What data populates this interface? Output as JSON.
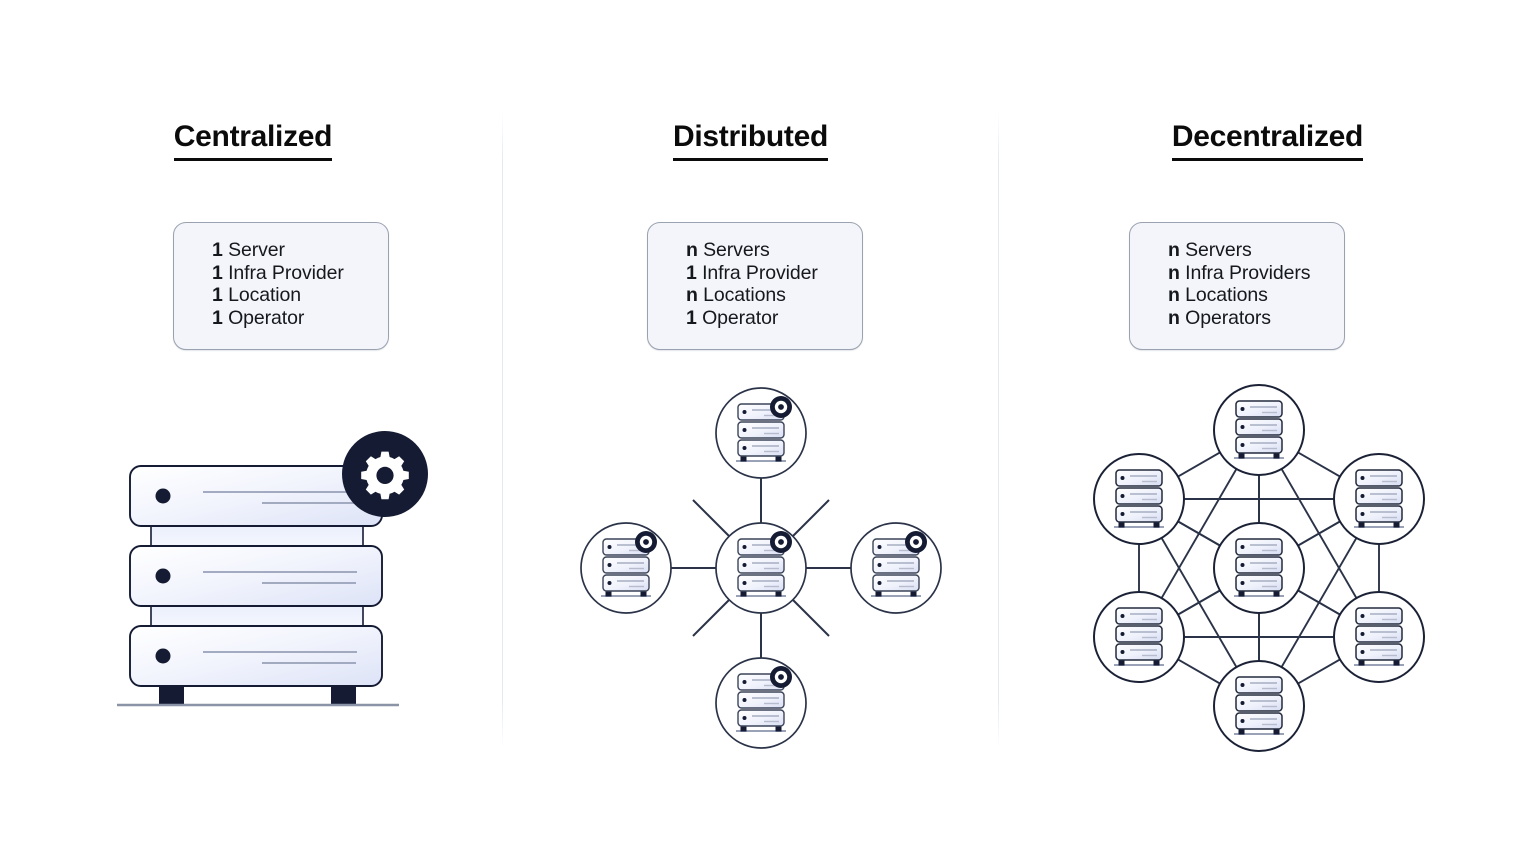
{
  "palette": {
    "background": "#ffffff",
    "ink": "#0b0b0b",
    "navy": "#141b33",
    "card_fill": "#f4f5fa",
    "card_border": "#9aa2b0",
    "divider": "#e3e9f3",
    "server_light": "#fdfdff",
    "server_shade": "#dfe3f5",
    "line_grey": "#8b93a6"
  },
  "columns": [
    {
      "id": "centralized",
      "title": "Centralized",
      "specs": [
        {
          "count": "1",
          "label": "Server"
        },
        {
          "count": "1",
          "label": "Infra Provider"
        },
        {
          "count": "1",
          "label": "Location"
        },
        {
          "count": "1",
          "label": "Operator"
        }
      ],
      "illustration": {
        "kind": "server-rack",
        "rack_units": 3,
        "gear_badge": true,
        "nodes": 1,
        "edges": 0
      }
    },
    {
      "id": "distributed",
      "title": "Distributed",
      "specs": [
        {
          "count": "n",
          "label": "Servers"
        },
        {
          "count": "1",
          "label": "Infra Provider"
        },
        {
          "count": "n",
          "label": "Locations"
        },
        {
          "count": "1",
          "label": "Operator"
        }
      ],
      "illustration": {
        "kind": "network-graph",
        "layout": "diamond-with-hub",
        "nodes": 5,
        "edges": 8,
        "gear_badge": true,
        "node_labels": [
          "top",
          "left",
          "center",
          "right",
          "bottom"
        ]
      }
    },
    {
      "id": "decentralized",
      "title": "Decentralized",
      "specs": [
        {
          "count": "n",
          "label": "Servers"
        },
        {
          "count": "n",
          "label": "Infra Providers"
        },
        {
          "count": "n",
          "label": "Locations"
        },
        {
          "count": "n",
          "label": "Operators"
        }
      ],
      "illustration": {
        "kind": "network-graph",
        "layout": "hexagon-with-hub-mesh",
        "nodes": 7,
        "edges": 21,
        "gear_badge": false,
        "node_labels": [
          "top",
          "upper-left",
          "upper-right",
          "center",
          "lower-left",
          "lower-right",
          "bottom"
        ]
      }
    }
  ]
}
